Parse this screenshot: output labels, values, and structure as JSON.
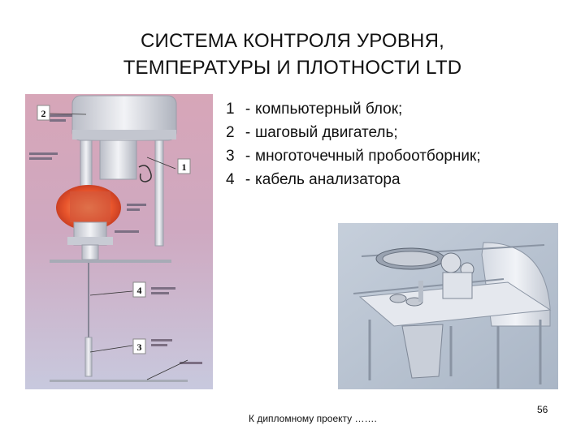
{
  "slide": {
    "title_line1": "СИСТЕМА КОНТРОЛЯ УРОВНЯ,",
    "title_line2": "ТЕМПЕРАТУРЫ И ПЛОТНОСТИ LTD",
    "legend": [
      {
        "num": "1",
        "text": "компьютерный блок;"
      },
      {
        "num": "2",
        "text": "шаговый двигатель;"
      },
      {
        "num": "3",
        "text": "многоточечный пробоотборник;"
      },
      {
        "num": "4",
        "text": "кабель анализатора"
      }
    ],
    "footer": "К дипломному проекту …….",
    "page_number": "56"
  },
  "figure_left": {
    "callouts": [
      "2",
      "1",
      "4",
      "3"
    ],
    "colors": {
      "background_top": "#cfa0b4",
      "background_bottom": "#c9c8dc",
      "metal": "#dcdde4",
      "heat": "#e05a30"
    }
  },
  "figure_right": {
    "colors": {
      "background": "#b9c4d2",
      "metal": "#e3e7ee",
      "frame": "#8a94a3"
    }
  }
}
